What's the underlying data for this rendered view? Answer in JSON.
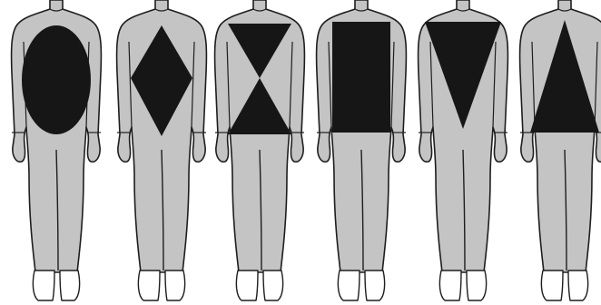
{
  "figures": [
    {
      "shape": "oval",
      "name": "oval-figure"
    },
    {
      "shape": "diamond",
      "name": "diamond-figure"
    },
    {
      "shape": "hourglass",
      "name": "hourglass-figure"
    },
    {
      "shape": "rectangle",
      "name": "rectangle-figure"
    },
    {
      "shape": "inverted-triangle",
      "name": "inverted-triangle-figure"
    },
    {
      "shape": "triangle",
      "name": "triangle-figure"
    }
  ],
  "colors": {
    "body_fill": "#c4c4c4",
    "outline": "#1e1e1e",
    "shape_fill": "#161616",
    "feet_fill": "#ffffff",
    "background": "#ffffff"
  }
}
